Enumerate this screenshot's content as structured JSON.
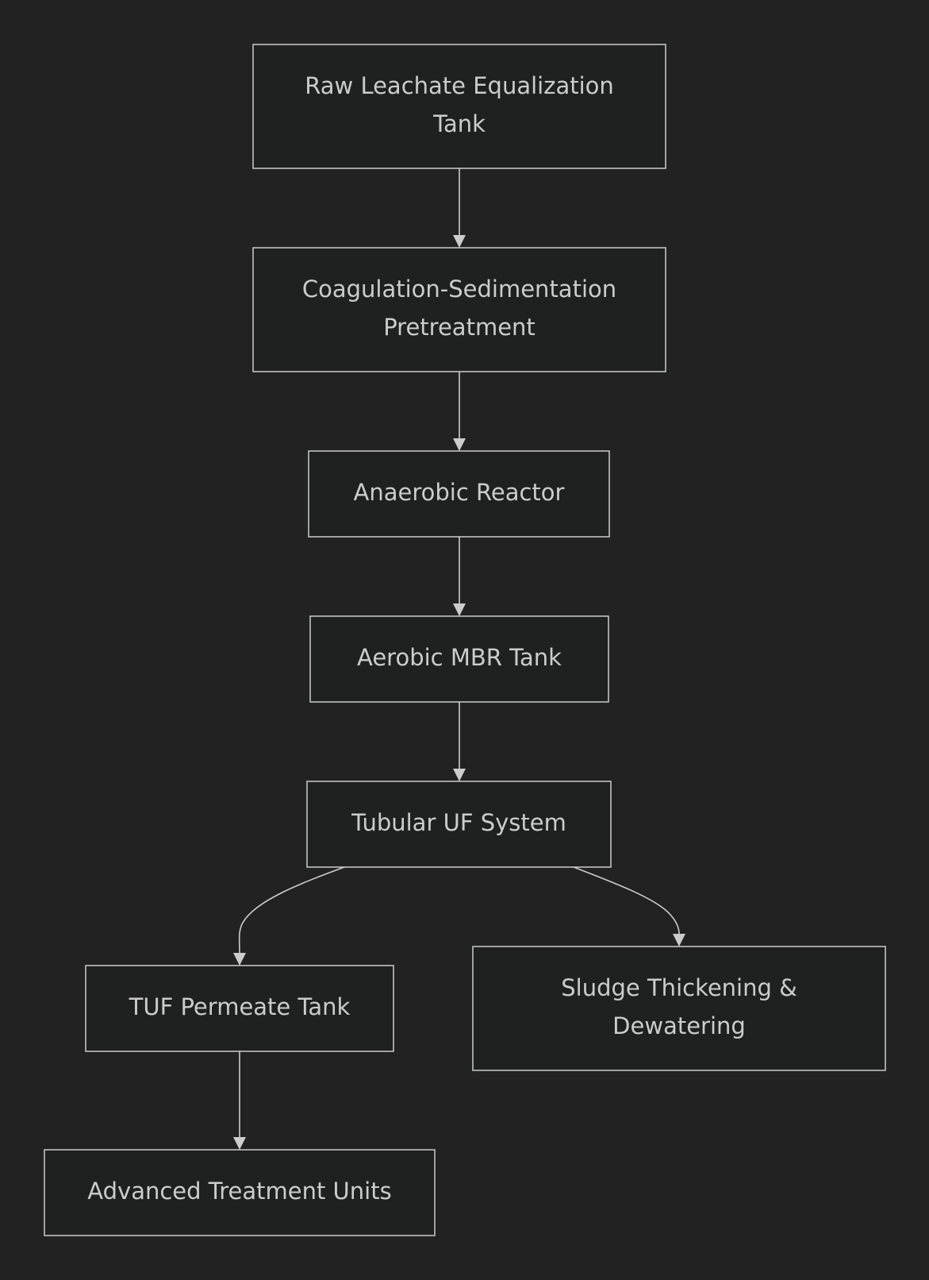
{
  "diagram": {
    "type": "flowchart",
    "theme": {
      "background": "#222222",
      "node_fill": "#1f2020",
      "stroke": "#cccccc",
      "text": "#cccccc"
    },
    "nodes": [
      {
        "id": "raw",
        "lines": [
          "Raw Leachate Equalization",
          "Tank"
        ]
      },
      {
        "id": "coag",
        "lines": [
          "Coagulation-Sedimentation",
          "Pretreatment"
        ]
      },
      {
        "id": "anaerobic",
        "lines": [
          "Anaerobic Reactor"
        ]
      },
      {
        "id": "aerobic",
        "lines": [
          "Aerobic MBR Tank"
        ]
      },
      {
        "id": "tuf",
        "lines": [
          "Tubular UF System"
        ]
      },
      {
        "id": "permeate",
        "lines": [
          "TUF Permeate Tank"
        ]
      },
      {
        "id": "sludge",
        "lines": [
          "Sludge Thickening &",
          "Dewatering"
        ]
      },
      {
        "id": "advanced",
        "lines": [
          "Advanced Treatment Units"
        ]
      }
    ],
    "edges": [
      {
        "from": "raw",
        "to": "coag"
      },
      {
        "from": "coag",
        "to": "anaerobic"
      },
      {
        "from": "anaerobic",
        "to": "aerobic"
      },
      {
        "from": "aerobic",
        "to": "tuf"
      },
      {
        "from": "tuf",
        "to": "permeate"
      },
      {
        "from": "tuf",
        "to": "sludge"
      },
      {
        "from": "permeate",
        "to": "advanced"
      }
    ]
  }
}
